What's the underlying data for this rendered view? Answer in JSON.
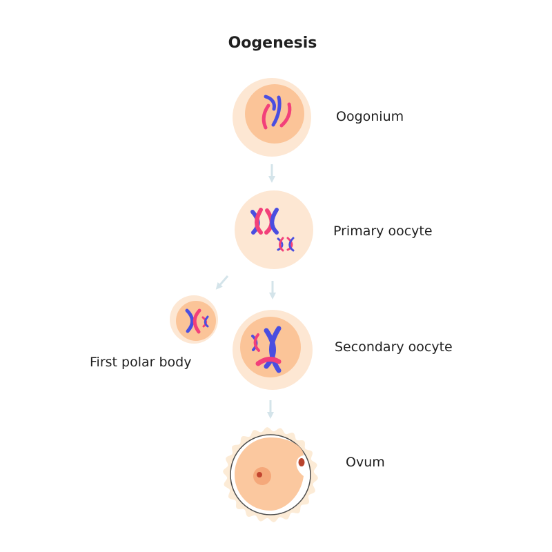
{
  "title": "Oogenesis",
  "stages": [
    {
      "id": "oogonium",
      "label": "Oogonium"
    },
    {
      "id": "primary-oocyte",
      "label": "Primary oocyte"
    },
    {
      "id": "first-polar-body",
      "label": "First polar body"
    },
    {
      "id": "secondary-oocyte",
      "label": "Secondary oocyte"
    },
    {
      "id": "ovum",
      "label": "Ovum"
    }
  ],
  "arrows": [
    {
      "from": "oogonium",
      "to": "primary-oocyte"
    },
    {
      "from": "primary-oocyte",
      "to": "first-polar-body"
    },
    {
      "from": "primary-oocyte",
      "to": "secondary-oocyte"
    },
    {
      "from": "secondary-oocyte",
      "to": "ovum"
    }
  ],
  "colors": {
    "cell_outer": "#fde7d3",
    "cell_inner": "#fbc498",
    "chromosome_blue": "#4a4ee0",
    "chromosome_pink": "#f2407a",
    "arrow": "#d4e4ea",
    "ovum_zona": "#fcebd6",
    "ovum_membrane": "#ffffff",
    "ovum_cytoplasm": "#fbc89f",
    "nucleus": "#f5a87a",
    "nucleolus": "#c2452f",
    "polar_body_in_ovum": "#b8432c"
  }
}
